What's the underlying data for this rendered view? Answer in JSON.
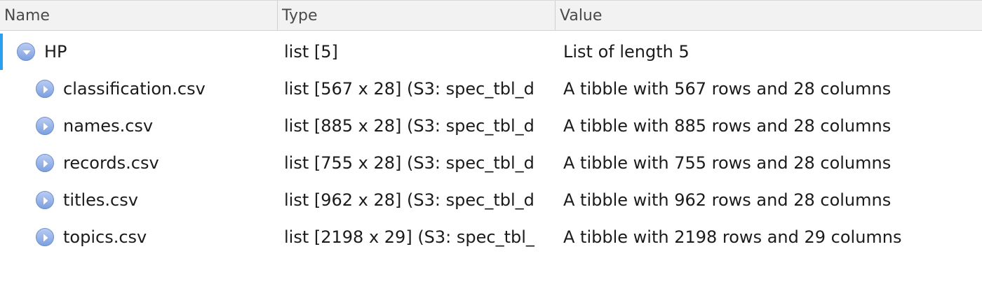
{
  "header": {
    "name_label": "Name",
    "type_label": "Type",
    "value_label": "Value"
  },
  "rows": [
    {
      "name": "HP",
      "type": "list [5]",
      "value": "List of length 5",
      "icon": "collapse-arrow-icon",
      "expanded": true
    },
    {
      "name": "classification.csv",
      "type": "list [567 x 28] (S3: spec_tbl_d",
      "value": "A tibble with 567 rows and 28 columns",
      "icon": "expand-arrow-icon"
    },
    {
      "name": "names.csv",
      "type": "list [885 x 28] (S3: spec_tbl_d",
      "value": "A tibble with 885 rows and 28 columns",
      "icon": "expand-arrow-icon"
    },
    {
      "name": "records.csv",
      "type": "list [755 x 28] (S3: spec_tbl_d",
      "value": "A tibble with 755 rows and 28 columns",
      "icon": "expand-arrow-icon"
    },
    {
      "name": "titles.csv",
      "type": "list [962 x 28] (S3: spec_tbl_d",
      "value": "A tibble with 962 rows and 28 columns",
      "icon": "expand-arrow-icon"
    },
    {
      "name": "topics.csv",
      "type": "list [2198 x 29] (S3: spec_tbl_",
      "value": "A tibble with 2198 rows and 29 columns",
      "icon": "expand-arrow-icon"
    }
  ],
  "colors": {
    "selection_accent": "#2aa1f0",
    "toggle_icon": "#7d9fe0",
    "header_bg": "#f2f2f2"
  }
}
